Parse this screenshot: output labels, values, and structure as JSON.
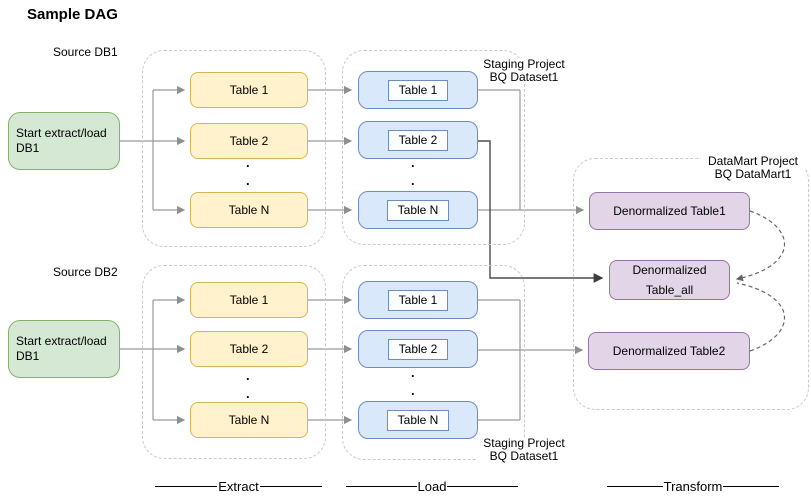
{
  "title": "Sample DAG",
  "labels": {
    "source_db1": "Source DB1",
    "source_db2": "Source DB2"
  },
  "start_db1": {
    "line1": "Start extract/load",
    "line2": "DB1"
  },
  "start_db2": {
    "line1": "Start extract/load",
    "line2": "DB1"
  },
  "extract1": {
    "tables": [
      "Table 1",
      "Table 2",
      "Table N"
    ]
  },
  "extract2": {
    "tables": [
      "Table 1",
      "Table 2",
      "Table N"
    ]
  },
  "load1": {
    "tables": [
      "Table 1",
      "Table 2",
      "Table N"
    ],
    "label": {
      "line1": "Staging Project",
      "line2": "BQ Dataset1"
    }
  },
  "load2": {
    "tables": [
      "Table 1",
      "Table 2",
      "Table N"
    ],
    "label": {
      "line1": "Staging Project",
      "line2": "BQ Dataset1"
    }
  },
  "transform": {
    "label": {
      "line1": "DataMart Project",
      "line2": "BQ DataMart1"
    },
    "table1": "Denormalized Table1",
    "table_all_line1": "Denormalized",
    "table_all_line2": "Table_all",
    "table2": "Denormalized Table2"
  },
  "stages": {
    "extract": "Extract",
    "load": "Load",
    "transform": "Transform"
  },
  "misc": {
    "dot": "."
  },
  "colors": {
    "green_fill": "#d5e8d4",
    "green_stroke": "#82b366",
    "yellow_fill": "#fff2cc",
    "yellow_stroke": "#d6b656",
    "blue_fill": "#dae8fc",
    "blue_stroke": "#6c8ebf",
    "purple_fill": "#e1d5e7",
    "purple_stroke": "#9673a6",
    "arrow_gray": "#8f8f8f",
    "arrow_dark": "#3d3d3d",
    "container_dash": "#c9c9c9",
    "arc_dash": "#666666"
  }
}
